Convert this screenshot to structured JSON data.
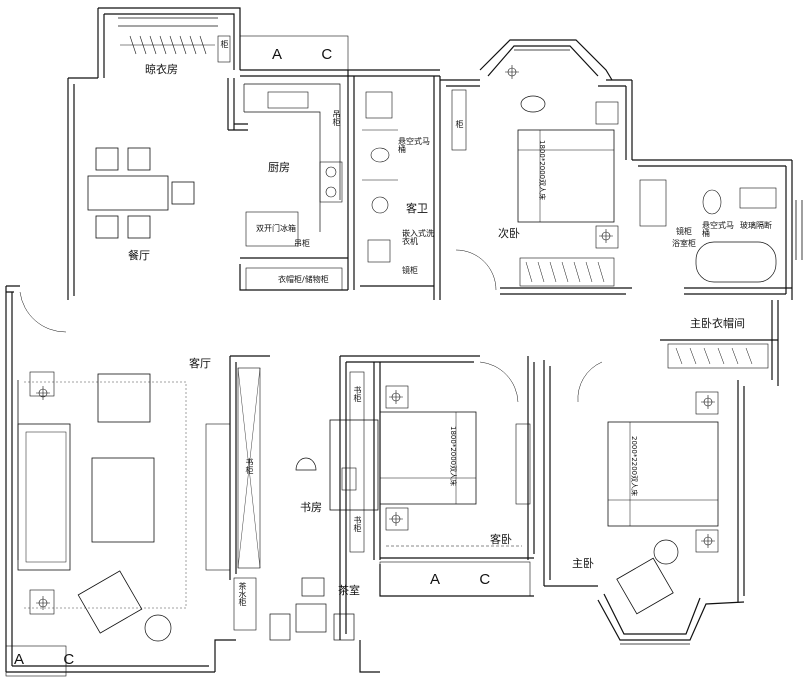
{
  "rooms": {
    "cloakroom": "晾衣房",
    "kitchen": "厨房",
    "dining": "餐厅",
    "guest_bath": "客卫",
    "second_bedroom": "次卧",
    "living": "客厅",
    "study": "书房",
    "guest_bedroom": "客卧",
    "tea_room": "茶室",
    "master_bedroom": "主卧",
    "master_closet": "主卧衣帽间"
  },
  "fixtures": {
    "fridge": "双开门冰箱",
    "kitchen_low_cab": "吊柜",
    "kitchen_floor_cab": "吊柜",
    "wardrobe_shoe": "衣帽柜/储物柜",
    "wall_toilet_guest": "悬空式马桶",
    "washer": "嵌入式洗衣机",
    "mirror_cab_guest": "镜柜",
    "wall_toilet_master": "悬空式马桶",
    "glass_partition": "玻璃隔断",
    "mirror_cab_master": "镜柜",
    "bath_cab": "浴室柜",
    "bookcase_living": "书柜",
    "bookcase_study_top": "书柜",
    "bookcase_study_bottom": "书柜",
    "tea_cab": "茶水柜",
    "second_bed": "1800*2000双人床",
    "guest_bed": "1800*2000双人床",
    "master_bed": "2000*2200双人床",
    "cabinet_small": "柜",
    "cabinet_small_2": "柜"
  },
  "ac_labels": {
    "top": "A C",
    "middle": "A C",
    "bottom_left": "A C"
  }
}
